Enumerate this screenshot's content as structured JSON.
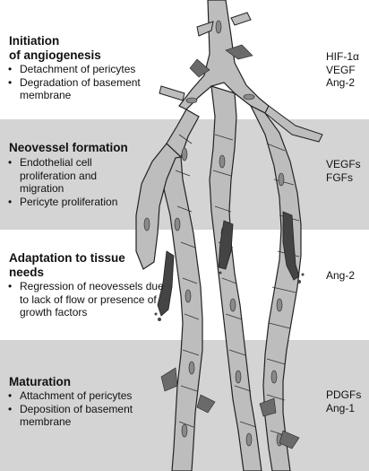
{
  "stages": [
    {
      "title_lines": [
        "Initiation",
        "of angiogenesis"
      ],
      "bullets": [
        "Detachment of pericytes",
        "Degradation of basement membrane"
      ],
      "factors": [
        "HIF-1α",
        "VEGF",
        "Ang-2"
      ]
    },
    {
      "title_lines": [
        "Neovessel formation"
      ],
      "bullets": [
        "Endothelial cell proliferation and migration",
        "Pericyte proliferation"
      ],
      "factors": [
        "VEGFs",
        "FGFs"
      ]
    },
    {
      "title_lines": [
        "Adaptation to tissue",
        "needs"
      ],
      "bullets": [
        "Regression of neovessels due to lack of flow or presence of growth factors"
      ],
      "factors": [
        "Ang-2"
      ]
    },
    {
      "title_lines": [
        "Maturation"
      ],
      "bullets": [
        "Attachment of pericytes",
        "Deposition of basement membrane"
      ],
      "factors": [
        "PDGFs",
        "Ang-1"
      ]
    }
  ],
  "colors": {
    "band_gray": "#d4d4d4",
    "vessel_fill": "#bdbdbd",
    "vessel_light": "#e6e6e6",
    "nucleus": "#8a8a8a",
    "pericyte": "#6a6a6a",
    "regressing": "#444444"
  }
}
